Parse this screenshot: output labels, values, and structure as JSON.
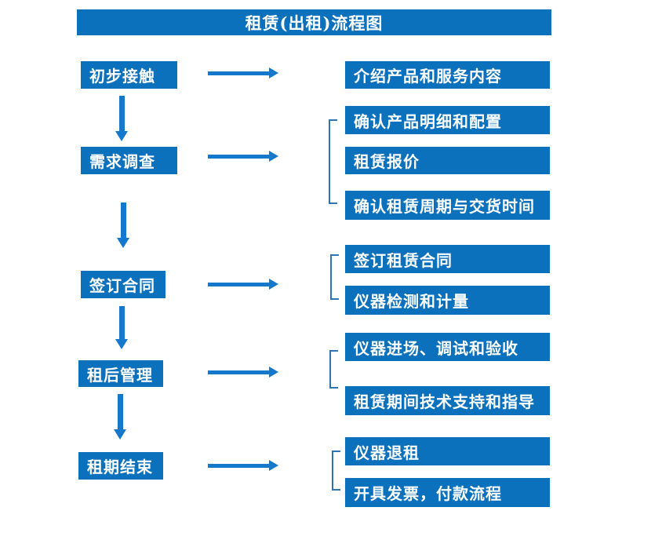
{
  "title": "租赁(出租)流程图",
  "steps": [
    {
      "label": "初步接触",
      "details": [
        "介绍产品和服务内容"
      ]
    },
    {
      "label": "需求调查",
      "details": [
        "确认产品明细和配置",
        "租赁报价",
        "确认租赁周期与交货时间"
      ]
    },
    {
      "label": "签订合同",
      "details": [
        "签订租赁合同",
        "仪器检测和计量"
      ]
    },
    {
      "label": "租后管理",
      "details": [
        "仪器进场、调试和验收",
        "租赁期间技术支持和指导"
      ]
    },
    {
      "label": "租期结束",
      "details": [
        "仪器退租",
        "开具发票，付款流程"
      ]
    }
  ],
  "colors": {
    "box_fill": "#0C71BC",
    "arrow_fill": "#1478CC",
    "bracket_stroke": "#2E75B6",
    "text": "#FFFFFF",
    "background": "#FFFFFF"
  }
}
